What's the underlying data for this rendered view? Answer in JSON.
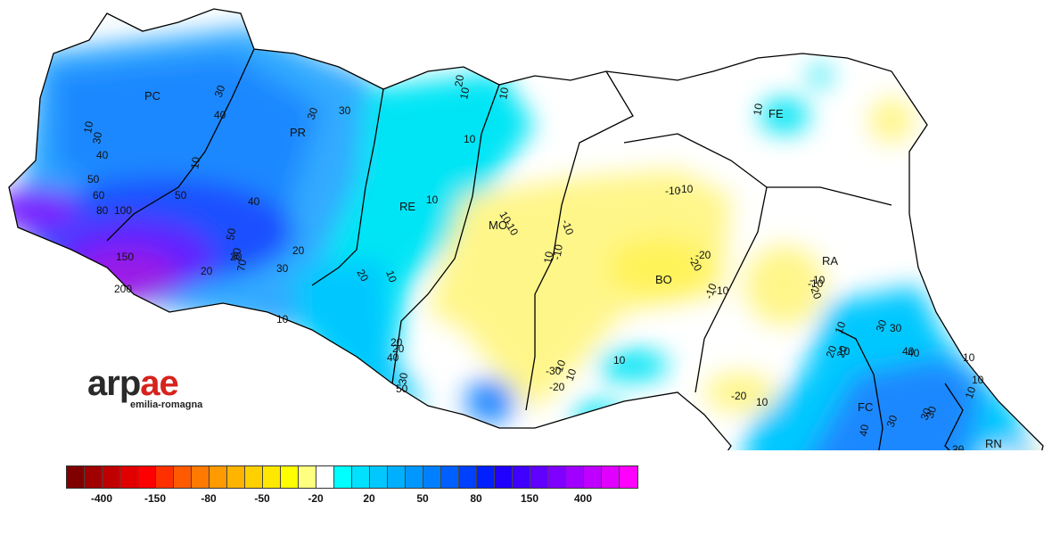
{
  "map": {
    "provinces": [
      {
        "code": "PC"
      },
      {
        "code": "PR"
      },
      {
        "code": "RE"
      },
      {
        "code": "MO"
      },
      {
        "code": "BO"
      },
      {
        "code": "FE"
      },
      {
        "code": "RA"
      },
      {
        "code": "FC"
      },
      {
        "code": "RN"
      }
    ],
    "isoline_labels": [
      "10",
      "30",
      "40",
      "30",
      "50",
      "60",
      "30",
      "40",
      "30",
      "20",
      "10",
      "10",
      "10",
      "10",
      "20",
      "10",
      "10",
      "10",
      "10",
      "10",
      "20",
      "30",
      "40",
      "50",
      "50",
      "60",
      "70",
      "80",
      "100",
      "150",
      "200",
      "20",
      "50",
      "40",
      "30",
      "20",
      "10",
      "20",
      "20",
      "30",
      "10",
      "30",
      "10",
      "40",
      "30",
      "10",
      "20",
      "10",
      "-20",
      "10",
      "-10",
      "10",
      "-10",
      "-20",
      "-10",
      "-20",
      "-30",
      "-20",
      "-10",
      "10",
      "-10",
      "-10",
      "-10",
      "-20",
      "-10",
      "10",
      "20",
      "30",
      "40",
      "30",
      "40",
      "50",
      "60",
      "70",
      "20",
      "20",
      "-10",
      "10"
    ],
    "colors": {
      "region_border": "#000000",
      "positive_low": "#00e5f5",
      "positive_mid": "#1e88ff",
      "positive_high": "#1f3fff",
      "positive_max": "#8a2be2",
      "negative_low": "#fff68a"
    }
  },
  "logo": {
    "main_a": "arp",
    "main_b": "ae",
    "sub": "emilia-romagna"
  },
  "legend": {
    "swatches": [
      "#800000",
      "#a00000",
      "#c00000",
      "#e00000",
      "#ff0000",
      "#ff3000",
      "#ff5a00",
      "#ff7a00",
      "#ff9a00",
      "#ffb400",
      "#ffd000",
      "#ffe800",
      "#ffff00",
      "#ffff80",
      "#ffffff",
      "#00ffff",
      "#00e0ff",
      "#00c8ff",
      "#00b0ff",
      "#0098ff",
      "#0080ff",
      "#0060ff",
      "#0040ff",
      "#0020ff",
      "#2000ff",
      "#4000ff",
      "#6000ff",
      "#8000ff",
      "#a000ff",
      "#c000ff",
      "#e000ff",
      "#ff00ff"
    ],
    "labels": [
      "-400",
      "-150",
      "-80",
      "-50",
      "-20",
      "20",
      "50",
      "80",
      "150",
      "400"
    ]
  }
}
